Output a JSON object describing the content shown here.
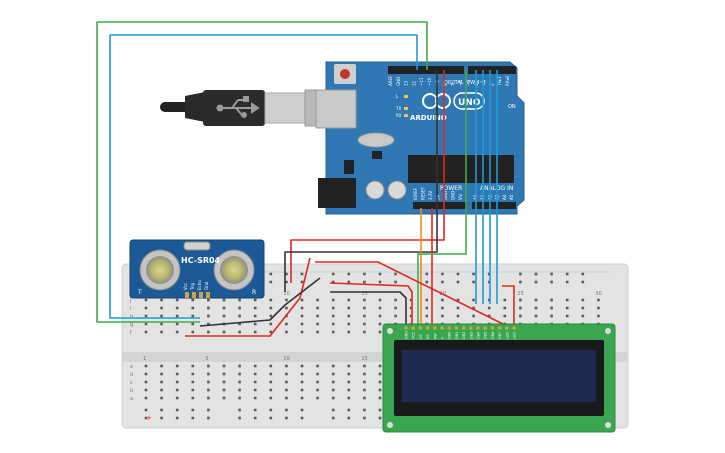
{
  "sensor": {
    "model": "HC-SR04",
    "pin_labels": [
      "Vcc",
      "Trig",
      "Echo",
      "Gnd"
    ],
    "corner_left": "T",
    "corner_right": "R"
  },
  "arduino": {
    "logo_text": "ARDUINO",
    "board_name": "UNO",
    "digital_label": "DIGITAL (PWM~)",
    "power_label": "POWER",
    "analog_label": "ANALOG IN",
    "digital_pins": [
      "AREF",
      "GND",
      "13",
      "12",
      "~11",
      "~10",
      "~9",
      "8",
      "7",
      "~6",
      "~5",
      "4",
      "~3",
      "2",
      "TX▸1",
      "RX◂0"
    ],
    "power_pins": [
      "IOREF",
      "RESET",
      "3.3V",
      "5V",
      "GND",
      "GND",
      "Vin"
    ],
    "analog_pins": [
      "A0",
      "A1",
      "A2",
      "A3",
      "A4",
      "A5"
    ],
    "led_labels": [
      "L",
      "TX",
      "RX"
    ],
    "on_label": "ON"
  },
  "breadboard": {
    "column_numbers": [
      "1",
      "5",
      "10",
      "15",
      "20",
      "25",
      "30"
    ],
    "row_letters_top": [
      "j",
      "i",
      "h",
      "g",
      "f"
    ],
    "row_letters_bottom": [
      "e",
      "d",
      "c",
      "b",
      "a"
    ],
    "rail_signs": [
      "+",
      "-"
    ]
  },
  "lcd": {
    "pin_labels": [
      "GND",
      "VCC",
      "V0",
      "RS",
      "RW",
      "E",
      "DB0",
      "DB1",
      "DB2",
      "DB3",
      "DB4",
      "DB5",
      "DB6",
      "DB7",
      "LED",
      "LED"
    ],
    "screen_color": "#1f2a52"
  },
  "usb_cable": {
    "connector_icon": "usb-symbol-icon"
  },
  "colors": {
    "wire_blue": "#1e9bd6",
    "wire_green": "#3fae49",
    "wire_orange": "#f08a1c",
    "wire_red": "#e0281f",
    "wire_black": "#333333",
    "arduino_board": "#2f78b4",
    "sensor_board": "#1b5a96",
    "lcd_board": "#3aa650",
    "breadboard": "#e3e3e3"
  }
}
